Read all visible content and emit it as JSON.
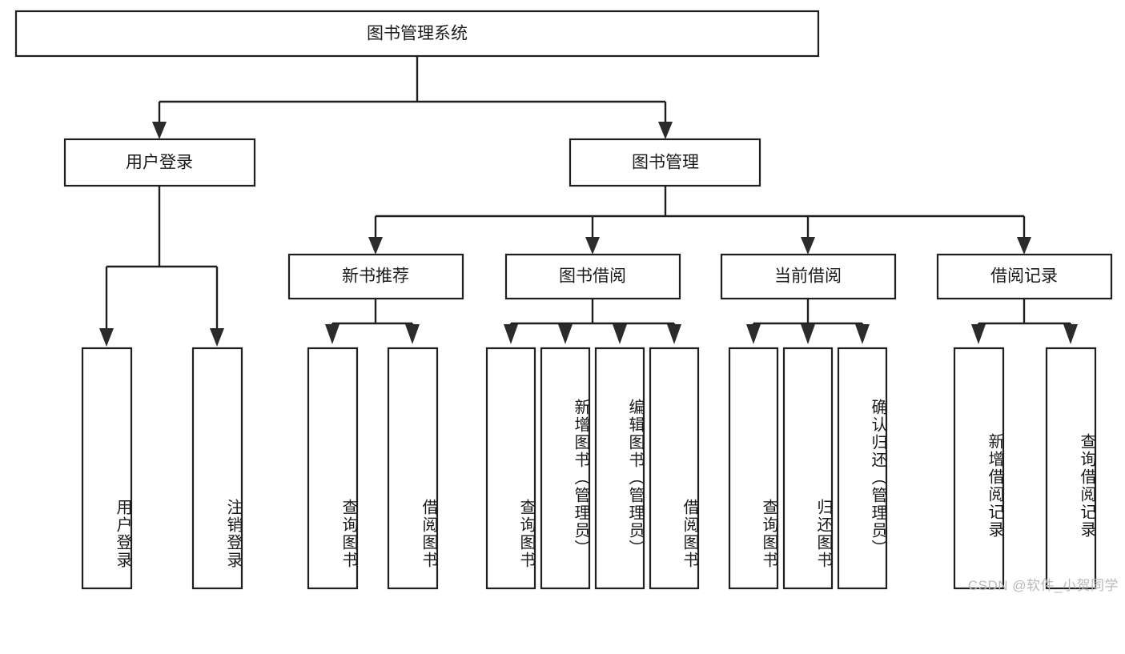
{
  "diagram": {
    "type": "tree-hierarchy",
    "title": "图书管理系统",
    "root": {
      "id": "root",
      "label": "图书管理系统",
      "orientation": "horizontal"
    },
    "level2": [
      {
        "id": "user-login",
        "label": "用户登录",
        "orientation": "horizontal"
      },
      {
        "id": "book-manage",
        "label": "图书管理",
        "orientation": "horizontal"
      }
    ],
    "level3": [
      {
        "id": "new-book-recommend",
        "label": "新书推荐",
        "parent": "book-manage",
        "orientation": "horizontal"
      },
      {
        "id": "book-borrow",
        "label": "图书借阅",
        "parent": "book-manage",
        "orientation": "horizontal"
      },
      {
        "id": "current-borrow",
        "label": "当前借阅",
        "parent": "book-manage",
        "orientation": "horizontal"
      },
      {
        "id": "borrow-record",
        "label": "借阅记录",
        "parent": "book-manage",
        "orientation": "horizontal"
      }
    ],
    "leaves": [
      {
        "id": "leaf-user-login",
        "label": "用户登录",
        "parent": "user-login",
        "orientation": "vertical"
      },
      {
        "id": "leaf-logout-login",
        "label": "注销登录",
        "parent": "user-login",
        "orientation": "vertical"
      },
      {
        "id": "leaf-query-book-1",
        "label": "查询图书",
        "parent": "new-book-recommend",
        "orientation": "vertical"
      },
      {
        "id": "leaf-borrow-book-1",
        "label": "借阅图书",
        "parent": "new-book-recommend",
        "orientation": "vertical"
      },
      {
        "id": "leaf-query-book-2",
        "label": "查询图书",
        "parent": "book-borrow",
        "orientation": "vertical"
      },
      {
        "id": "leaf-add-book",
        "label": "新增图书（管理员）",
        "parent": "book-borrow",
        "orientation": "vertical"
      },
      {
        "id": "leaf-edit-book",
        "label": "编辑图书（管理员）",
        "parent": "book-borrow",
        "orientation": "vertical"
      },
      {
        "id": "leaf-borrow-book-2",
        "label": "借阅图书",
        "parent": "book-borrow",
        "orientation": "vertical"
      },
      {
        "id": "leaf-query-book-3",
        "label": "查询图书",
        "parent": "current-borrow",
        "orientation": "vertical"
      },
      {
        "id": "leaf-return-book",
        "label": "归还图书",
        "parent": "current-borrow",
        "orientation": "vertical"
      },
      {
        "id": "leaf-confirm-return",
        "label": "确认归还（管理员）",
        "parent": "current-borrow",
        "orientation": "vertical"
      },
      {
        "id": "leaf-add-record",
        "label": "新增借阅记录",
        "parent": "borrow-record",
        "orientation": "vertical"
      },
      {
        "id": "leaf-query-record",
        "label": "查询借阅记录",
        "parent": "borrow-record",
        "orientation": "vertical"
      }
    ],
    "colors": {
      "box_stroke": "#1f1f1f",
      "box_fill": "#ffffff",
      "connector": "#1f1f1f",
      "text": "#1a1a1a",
      "watermark": "#b9b9b9"
    }
  },
  "watermark": {
    "text": "CSDN @软件_小贺同学"
  }
}
